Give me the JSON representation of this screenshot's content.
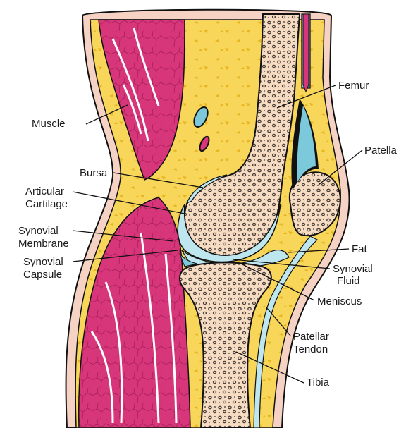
{
  "labels": {
    "muscle": "Muscle",
    "femur": "Femur",
    "patella": "Patella",
    "bursa": "Bursa",
    "articular_1": "Articular",
    "articular_2": "Cartilage",
    "synovial_membrane_1": "Synovial",
    "synovial_membrane_2": "Membrane",
    "synovial_capsule_1": "Synovial",
    "synovial_capsule_2": "Capsule",
    "fat": "Fat",
    "synovial_fluid_1": "Synovial",
    "synovial_fluid_2": "Fluid",
    "meniscus": "Meniscus",
    "patellar_tendon_1": "Patellar",
    "patellar_tendon_2": "Tendon",
    "tibia": "Tibia"
  },
  "colors": {
    "skin": "#f6d2c4",
    "fat": "#f7d65a",
    "fat_dark": "#e7b520",
    "muscle": "#d8367a",
    "bone": "#f7dcc4",
    "marrow_dot": "#4a4038",
    "cartilage": "#bde6ef",
    "vessel_blue": "#7cc9dc",
    "vessel_red": "#d8367a",
    "outline": "#111111"
  }
}
